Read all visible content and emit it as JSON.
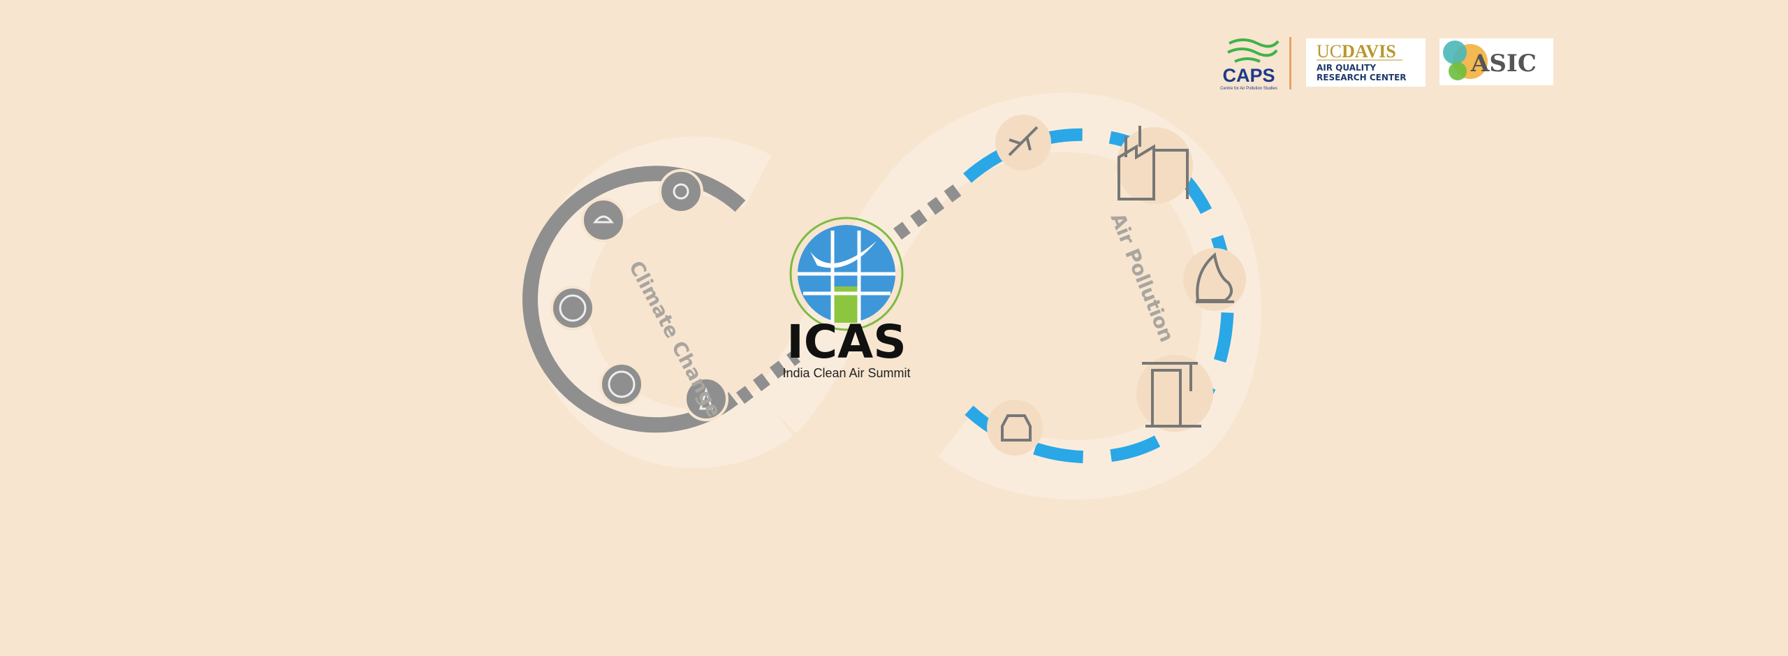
{
  "logos": {
    "caps": {
      "name": "CAPS",
      "subtitle": "Centre for Air Pollution Studies"
    },
    "ucdavis": {
      "uc": "UC",
      "davis": "DAVIS",
      "line1": "AIR QUALITY",
      "line2": "RESEARCH CENTER"
    },
    "asic": {
      "name": "ASIC"
    }
  },
  "center_logo": {
    "title": "ICAS",
    "subtitle": "India Clean Air Summit"
  },
  "labels": {
    "left_loop": "Climate Change",
    "right_loop": "Air Pollution"
  },
  "colors": {
    "background": "#f7e5cf",
    "band": "#faecdc",
    "gray": "#8f8f8f",
    "blue": "#2aa7e6",
    "globe_blue": "#3e97d9",
    "globe_green": "#8cc63f"
  }
}
